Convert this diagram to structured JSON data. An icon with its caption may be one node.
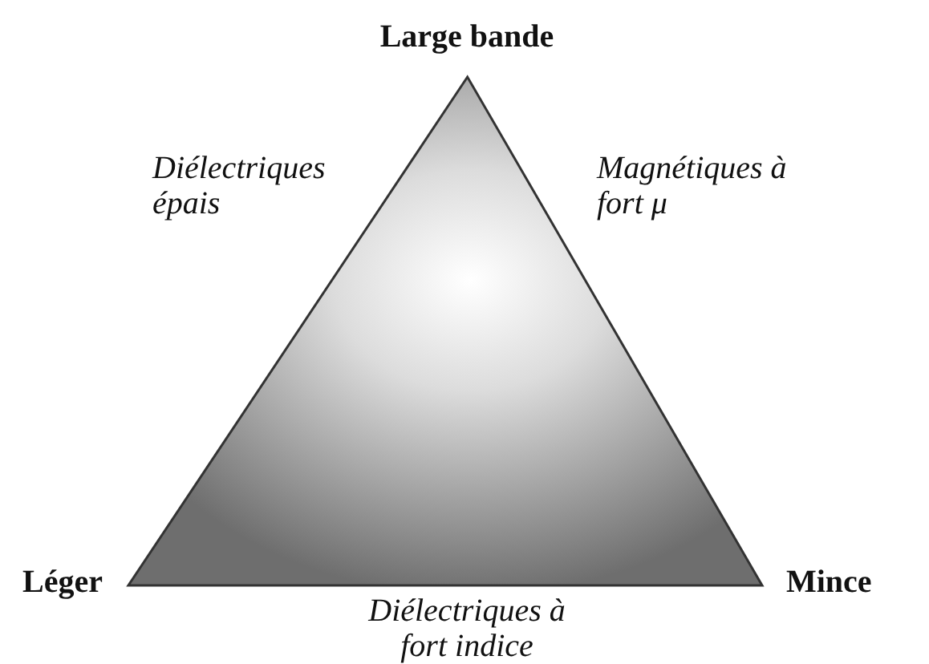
{
  "diagram": {
    "nodes": [
      {
        "text": [],
        "shape": "triangle"
      }
    ],
    "edges": [],
    "labels": [
      "Large bande",
      "Diélectriques épais",
      "Magnétiques à fort μ",
      "Léger",
      "Mince",
      "Diélectriques à fort indice"
    ]
  }
}
